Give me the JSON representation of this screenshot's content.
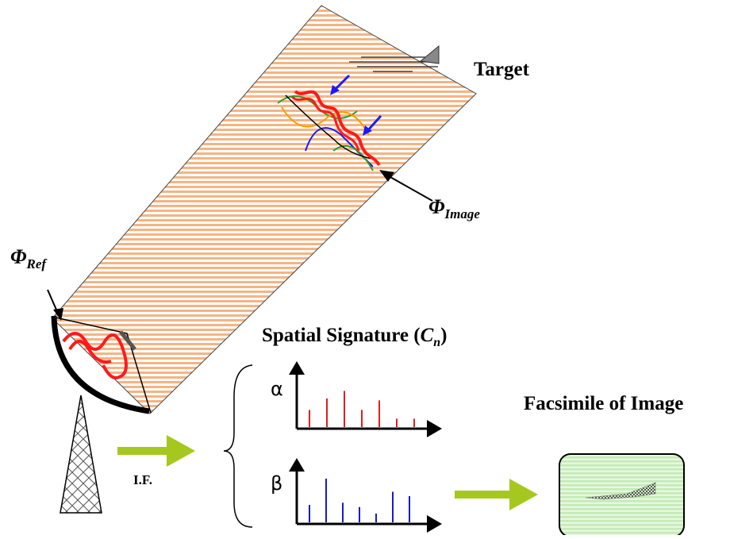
{
  "labels": {
    "target": "Target",
    "phi_image_main": "Φ",
    "phi_image_sub": "Image",
    "phi_ref_main": "Φ",
    "phi_ref_sub": "Ref",
    "spatial_signature_prefix": "Spatial Signature (",
    "spatial_signature_var": "C",
    "spatial_signature_sub": "n",
    "spatial_signature_suffix": ")",
    "facsimile": "Facsimile of Image",
    "if": "I.F.",
    "alpha": "α",
    "beta": "β"
  },
  "colors": {
    "beam_stripe": "#f4b483",
    "arrow_green": "#a6c81e",
    "alpha_bars": "#e02020",
    "beta_bars": "#1a1acc",
    "facsimile_fill": "#c9f0c0",
    "signal_red": "#ff1a1a",
    "small_arrows": "#1a1aff"
  },
  "chart_data": [
    {
      "type": "bar",
      "name": "alpha",
      "values": [
        0.45,
        0.75,
        0.95,
        0.45,
        0.7,
        0.22,
        0.22
      ]
    },
    {
      "type": "bar",
      "name": "beta",
      "values": [
        0.4,
        1.0,
        0.45,
        0.35,
        0.2,
        0.7,
        0.6
      ]
    }
  ]
}
